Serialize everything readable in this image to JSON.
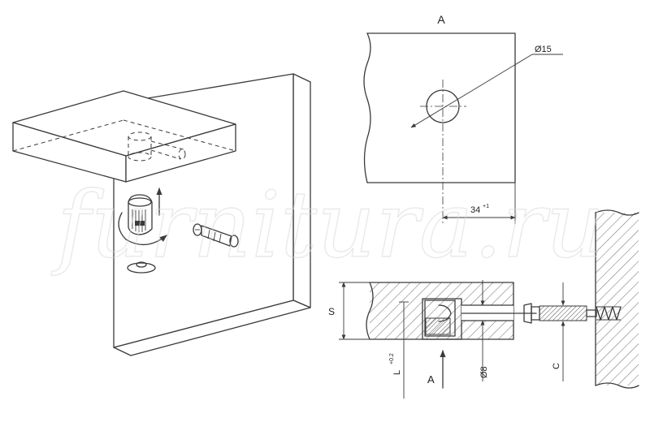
{
  "view_label_top": "A",
  "view_label_bottom": "A",
  "dimensions": {
    "hole_diameter": "Ø15",
    "edge_distance": "34",
    "edge_distance_tolerance": "+1",
    "thickness": "S",
    "depth": "L",
    "depth_tolerance": "+0.2",
    "dowel_diameter": "Ø8",
    "clearance": "C"
  },
  "watermark": "furnitura.ru",
  "colors": {
    "line": "#3a3a3a",
    "hatch": "#6a6a6a",
    "background": "#ffffff"
  }
}
